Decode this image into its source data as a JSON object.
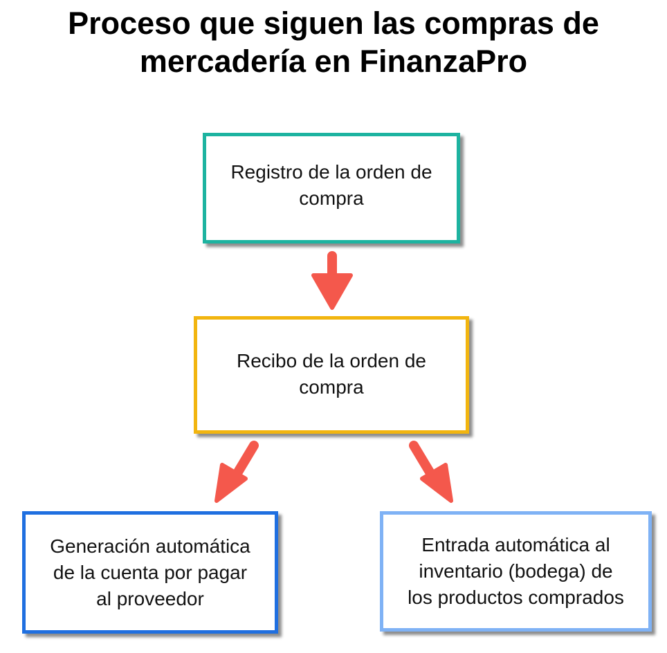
{
  "title": {
    "line1": "Proceso que siguen las compras de",
    "line2": "mercadería en FinanzaPro"
  },
  "nodes": {
    "registro": {
      "lines": [
        "Registro de la orden de",
        "compra"
      ],
      "border_color": "#1db3a0"
    },
    "recibo": {
      "lines": [
        "Recibo de la orden de",
        "compra"
      ],
      "border_color": "#f2b50f"
    },
    "cuenta": {
      "lines": [
        "Generación automática",
        "de la cuenta por pagar",
        "al proveedor"
      ],
      "border_color": "#1f6fe0"
    },
    "inventario": {
      "lines": [
        "Entrada automática al",
        "inventario (bodega) de",
        "los productos comprados"
      ],
      "border_color": "#7fb2f5"
    }
  },
  "arrow_color": "#f4584c"
}
